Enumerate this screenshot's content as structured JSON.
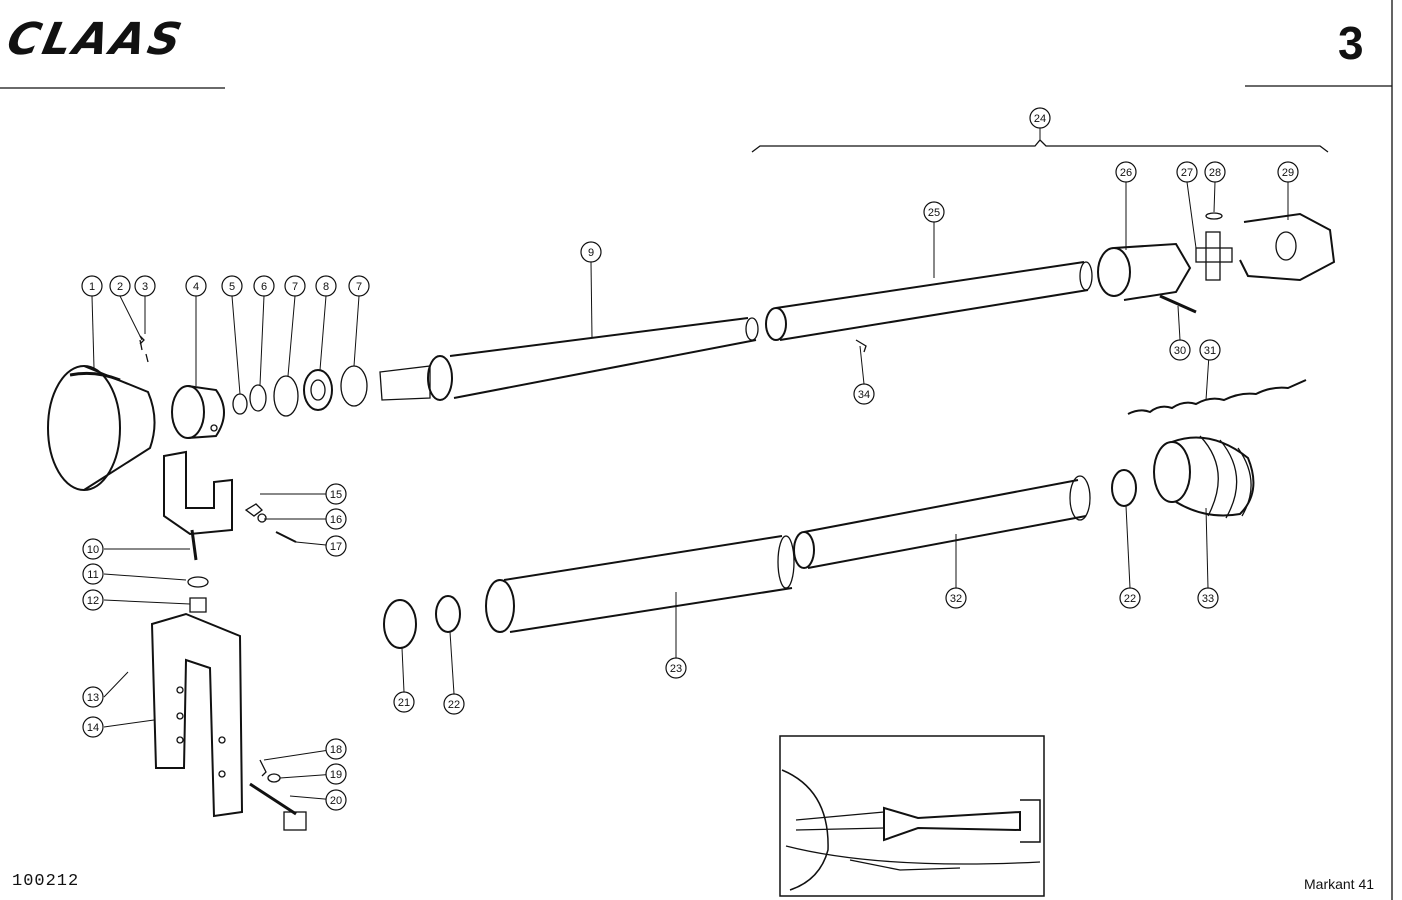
{
  "header": {
    "brand": "CLAAS",
    "page_number": "3"
  },
  "footer": {
    "doc_number": "100212",
    "model": "Markant 41"
  },
  "callouts": [
    "1",
    "2",
    "3",
    "4",
    "5",
    "6",
    "7",
    "8",
    "7",
    "9",
    "10",
    "11",
    "12",
    "13",
    "14",
    "15",
    "16",
    "17",
    "18",
    "19",
    "20",
    "21",
    "22",
    "23",
    "24",
    "25",
    "26",
    "27",
    "28",
    "29",
    "30",
    "31",
    "32",
    "22",
    "33",
    "34"
  ],
  "colors": {
    "ink": "#111111",
    "paper": "#ffffff"
  }
}
